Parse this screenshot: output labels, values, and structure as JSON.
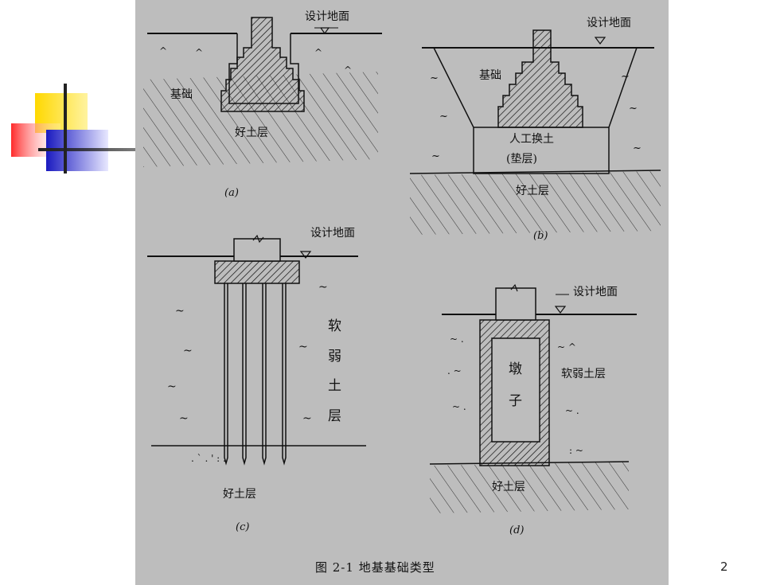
{
  "slide": {
    "page_number": "2"
  },
  "figure": {
    "caption": "图 2-1   地基基础类型",
    "panel_a": {
      "ground_label": "设计地面",
      "foundation_label": "基础",
      "good_soil_label": "好土层",
      "caption": "(a)"
    },
    "panel_b": {
      "ground_label": "设计地面",
      "foundation_label": "基础",
      "replacement_label": "人工换土",
      "cushion_label": "(垫层)",
      "good_soil_label": "好土层",
      "caption": "(b)"
    },
    "panel_c": {
      "ground_label": "设计地面",
      "weak_soil_chars": [
        "软",
        "弱",
        "土",
        "层"
      ],
      "good_soil_label": "好土层",
      "caption": "(c)"
    },
    "panel_d": {
      "ground_label": "设计地面",
      "pier_chars": [
        "墩",
        "子"
      ],
      "weak_soil_label": "软弱土层",
      "good_soil_label": "好土层",
      "caption": "(d)"
    }
  },
  "colors": {
    "figure_background": "#bdbdbd",
    "ink": "#111111",
    "logo_yellow": "#ffd800",
    "logo_red": "#ff3030",
    "logo_blue": "#2020c8"
  }
}
